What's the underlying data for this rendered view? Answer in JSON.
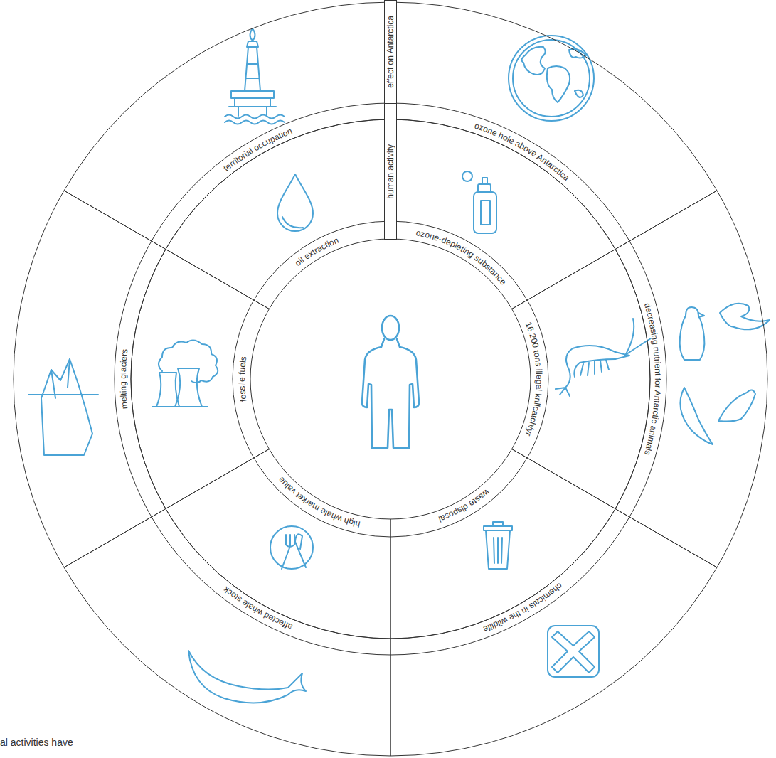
{
  "diagram": {
    "nodes": [
      {
        "text": [
          "effect on Antarctica"
        ]
      },
      {
        "text": [
          "human activity"
        ]
      },
      {
        "text": [
          "oil extraction"
        ]
      },
      {
        "text": [
          "territorial occupation"
        ]
      },
      {
        "text": [
          "ozone-depleting substance"
        ]
      },
      {
        "text": [
          "ozone hole above Antarctica"
        ]
      },
      {
        "text": [
          "16.200 tons illegal krillcatch/yr"
        ]
      },
      {
        "text": [
          "decreasing nutrient for Antarctic animals"
        ]
      },
      {
        "text": [
          "waste disposal"
        ]
      },
      {
        "text": [
          "chemicals in the wildlife"
        ]
      },
      {
        "text": [
          "high whale market value"
        ]
      },
      {
        "text": [
          "affected whale stock"
        ]
      },
      {
        "text": [
          "fossile fuels"
        ]
      },
      {
        "text": [
          "melting glaciers"
        ]
      }
    ],
    "labels": [
      "al activities have"
    ]
  }
}
